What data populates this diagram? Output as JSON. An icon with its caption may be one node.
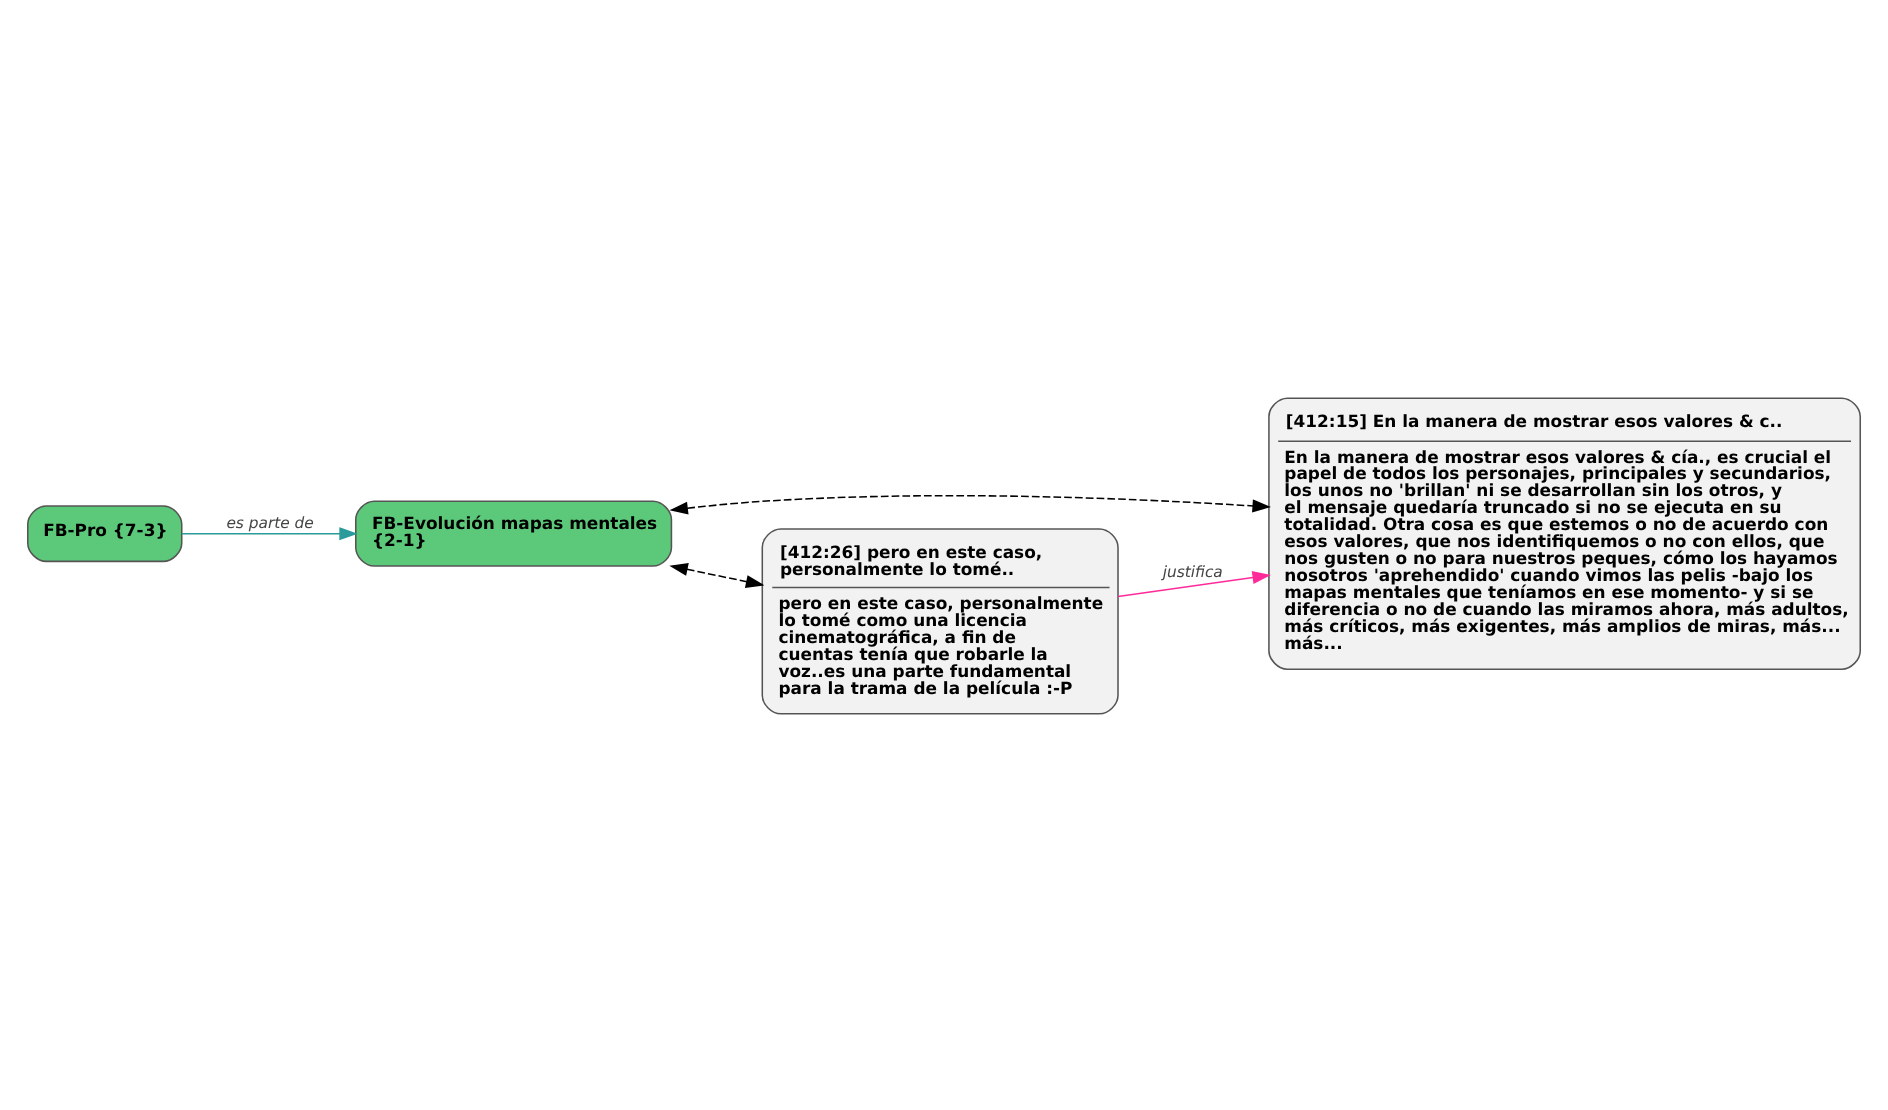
{
  "diagram": {
    "nodes": [
      {
        "text": [
          "FB-Pro {7-3}"
        ]
      },
      {
        "text": [
          "FB-Evolución mapas mentales {2-1}"
        ]
      },
      {
        "text": [
          "[412:15] En la manera de mostrar esos valores & c..",
          "En la manera de mostrar esos valores & cía., es crucial el papel de todos los personajes, principales y secundarios, los unos no 'brillan' ni se desarrollan sin los otros, y el mensaje quedaría truncado si no se ejecuta en su totalidad. Otra cosa es que estemos o no de acuerdo con esos valores, que nos identifiquemos o no con ellos, que nos gusten o no para nuestros peques, cómo los hayamos nosotros 'aprehendido' cuando vimos las pelis -bajo los mapas mentales que teníamos en ese momento- y si se diferencia o no de cuando las miramos ahora, más adultos, más críticos, más exigentes, más amplios de miras, más... más..."
        ]
      },
      {
        "text": [
          "[412:26] pero en este caso, personalmente lo tomé..",
          "pero en este caso, personalmente lo tomé como una licencia cinematográfica, a fin de cuentas tenía que robarle la voz..es una parte fundamental para la trama de la película :-P"
        ]
      }
    ],
    "edges": [
      {
        "from": 0,
        "to": 1,
        "arrow": "to",
        "label": "es parte de",
        "color": "#2a9a9a"
      },
      {
        "from": 1,
        "to": 2,
        "arrow": "both",
        "style": "dashed"
      },
      {
        "from": 1,
        "to": 3,
        "arrow": "both",
        "style": "dashed"
      },
      {
        "from": 3,
        "to": 2,
        "arrow": "to",
        "label": "justifica",
        "color": "#ff2a9a"
      }
    ]
  }
}
